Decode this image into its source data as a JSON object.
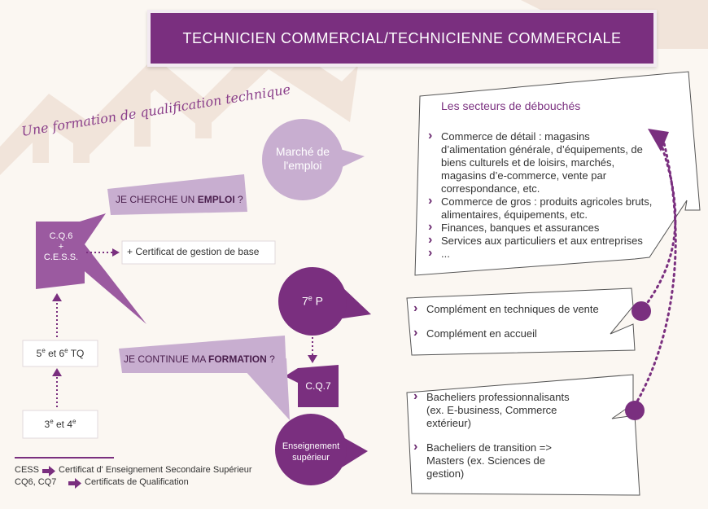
{
  "title": "TECHNICIEN COMMERCIAL/TECHNICIENNE COMMERCIALE",
  "subtitle": "Une formation de qualification technique",
  "nodes": {
    "marche_emploi": "Marché de l'emploi",
    "cherche_emploi": {
      "prefix": "JE CHERCHE UN ",
      "strong": "EMPLOI",
      "suffix": " ?"
    },
    "cq6": {
      "line1": "C.Q.6",
      "line2": "+",
      "line3": "C.E.S.S."
    },
    "certificat_gestion": "+ Certificat de gestion de base",
    "sept_p": {
      "number": "7",
      "sup": "e",
      "letter": " P"
    },
    "cinq_six": {
      "a": "5",
      "a_sup": "e",
      "mid": " et 6",
      "b_sup": "e",
      "end": " TQ"
    },
    "continue_formation": {
      "prefix": "JE CONTINUE MA ",
      "strong": "FORMATION",
      "suffix": " ?"
    },
    "cq7": "C.Q.7",
    "trois_quatre": {
      "a": "3",
      "a_sup": "e",
      "mid": " et 4",
      "b_sup": "e"
    },
    "enseignement_sup": {
      "line1": "Enseignement",
      "line2": "supérieur"
    }
  },
  "debouches": {
    "title": "Les secteurs de débouchés",
    "items": [
      "Commerce de détail : magasins d’alimentation générale, d’équipements, de biens culturels et de loisirs, marchés, magasins d’e-commerce, vente par correspondance, etc.",
      "Commerce de gros : produits agricoles bruts, alimentaires, équipements, etc.",
      "Finances, banques et assurances",
      "Services aux particuliers et aux entreprises",
      "..."
    ]
  },
  "complements": {
    "items": [
      "Complément en techniques de vente",
      "Complément en accueil"
    ]
  },
  "bacheliers": {
    "items": [
      "Bacheliers professionnalisants (ex. E-business, Commerce extérieur)",
      "Bacheliers de transition => Masters (ex. Sciences de gestion)"
    ]
  },
  "legend": [
    {
      "abbr": "CESS",
      "meaning": "Certificat d' Enseignement Secondaire Supérieur"
    },
    {
      "abbr": "CQ6, CQ7",
      "meaning": "Certificats de Qualification"
    }
  ],
  "colors": {
    "dark_purple": "#7a2f7f",
    "mid_purple": "#9b5aa0",
    "light_purple": "#c8aed0",
    "arrow_bg": "#efe1d6"
  }
}
